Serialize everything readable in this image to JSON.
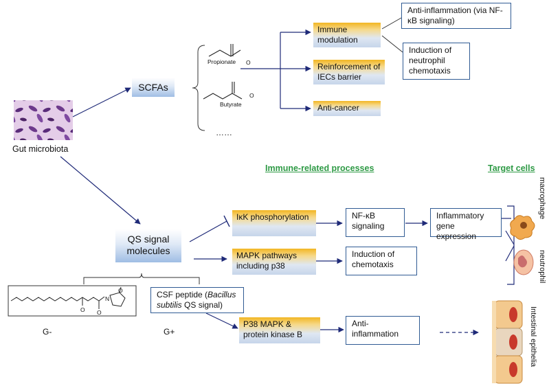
{
  "source": {
    "label": "Gut microbiota"
  },
  "scfa": {
    "label": "SCFAs",
    "molecules": [
      "Propionate",
      "Butyrate"
    ],
    "charge_labels": [
      "O",
      "O"
    ],
    "more": "……",
    "effects": [
      "Immune modulation",
      "Reinforcement of IECs barrier",
      "Anti-cancer"
    ],
    "immune_outcomes": [
      "Anti-inflammation (via NF-κB signaling)",
      "Induction of neutrophil chemotaxis"
    ]
  },
  "headers": {
    "processes": "Immune-related processes",
    "targets": "Target cells"
  },
  "qs": {
    "label": "QS signal molecules",
    "effects": [
      "IκK phosphorylation",
      "MAPK pathways including p38"
    ],
    "nfkb": "NF-κB signaling",
    "inflammatory": "Inflammatory gene expression",
    "chemotaxis": "Induction of chemotaxis",
    "csf_line1": "CSF peptide (",
    "csf_species": "Bacillus subtilis",
    "csf_line2": " QS signal)",
    "gram_neg": "G-",
    "gram_pos": "G+",
    "p38": "P38 MAPK & protein kinase B",
    "anti_inflammation": "Anti-inflammation",
    "ring_labels": [
      "O",
      "O",
      "O"
    ],
    "nh_label": "N"
  },
  "targets": [
    "macrophage",
    "neutrophil",
    "Intestinal epithelia"
  ],
  "colors": {
    "arrow": "#1f2a78",
    "header": "#2e9a45",
    "box_border": "#2f5a93",
    "accent": "#f2b623"
  }
}
